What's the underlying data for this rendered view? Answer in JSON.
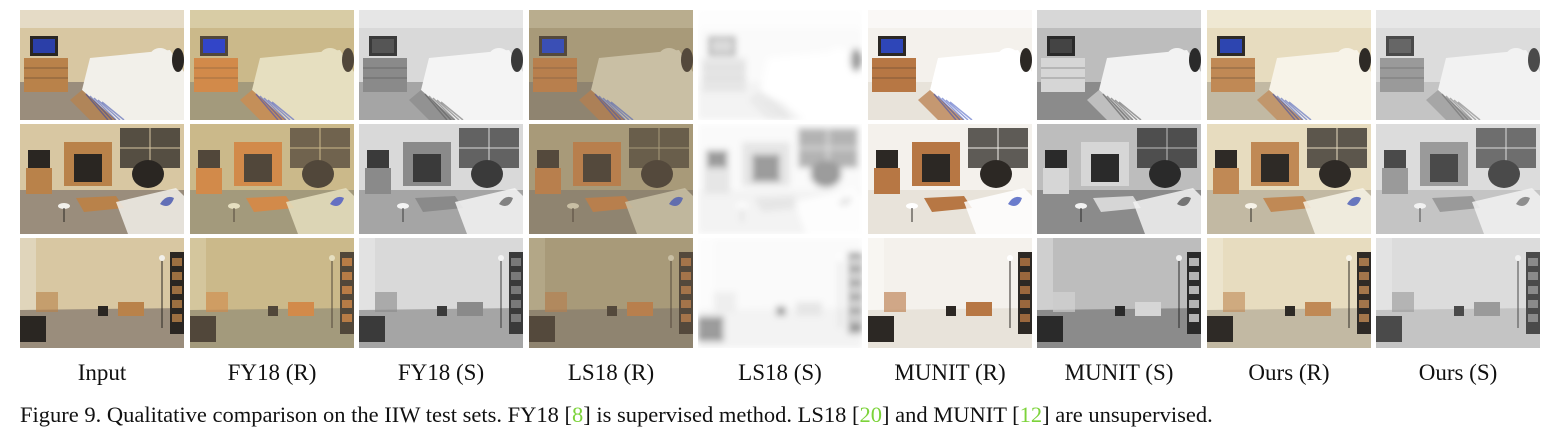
{
  "figure": {
    "column_labels": [
      "Input",
      "FY18 (R)",
      "FY18 (S)",
      "LS18 (R)",
      "LS18 (S)",
      "MUNIT (R)",
      "MUNIT (S)",
      "Ours (R)",
      "Ours (S)"
    ],
    "caption": {
      "prefix": "Figure 9. Qualitative comparison on the IIW test sets. FY18 [",
      "ref1": "8",
      "mid1": "] is supervised method. LS18 [",
      "ref2": "20",
      "mid2": "] and MUNIT [",
      "ref3": "12",
      "suffix": "] are unsupervised."
    },
    "colors": {
      "reference_link": "#7cd33a",
      "text": "#111111"
    },
    "rows": [
      {
        "scene": "bedroom"
      },
      {
        "scene": "living-room-fireplace"
      },
      {
        "scene": "living-room-empty"
      }
    ],
    "column_styles": [
      {
        "mode": "color",
        "wall": "#d8c7a2",
        "floor": "#9a8d7c",
        "furn": "#b9824a",
        "accent": "#2b3fa8",
        "dark": "#2a2622",
        "light": "#f2f0ea"
      },
      {
        "mode": "color",
        "wall": "#cbb98a",
        "floor": "#a39a7c",
        "furn": "#d28a4a",
        "accent": "#3245c8",
        "dark": "#51473a",
        "light": "#e6dfc0"
      },
      {
        "mode": "gray",
        "wall": "#d9d9d9",
        "floor": "#a5a5a5",
        "furn": "#8a8a8a",
        "accent": "#555",
        "dark": "#3a3a3a",
        "light": "#f4f4f4"
      },
      {
        "mode": "color",
        "wall": "#a89a79",
        "floor": "#8f8470",
        "furn": "#b87f4d",
        "accent": "#3a4fb5",
        "dark": "#54493c",
        "light": "#c9bfa4"
      },
      {
        "mode": "blur",
        "wall": "#f6f6f6",
        "floor": "#e9e9e9",
        "furn": "#d2d2d2",
        "accent": "#bdbdbd",
        "dark": "#4b4b4b",
        "light": "#ffffff"
      },
      {
        "mode": "color",
        "wall": "#f4f1ec",
        "floor": "#e8e3da",
        "furn": "#b77744",
        "accent": "#2e46b8",
        "dark": "#2c2824",
        "light": "#ffffff"
      },
      {
        "mode": "gray",
        "wall": "#bdbdbd",
        "floor": "#8b8b8b",
        "furn": "#d6d6d6",
        "accent": "#444",
        "dark": "#2a2a2a",
        "light": "#f2f2f2"
      },
      {
        "mode": "color",
        "wall": "#e7dcbf",
        "floor": "#c2b9a3",
        "furn": "#c08955",
        "accent": "#2d45b0",
        "dark": "#2e2a26",
        "light": "#f7f3e8"
      },
      {
        "mode": "gray",
        "wall": "#dcdcdc",
        "floor": "#c4c4c4",
        "furn": "#9a9a9a",
        "accent": "#666",
        "dark": "#4a4a4a",
        "light": "#f2f2f2"
      }
    ]
  }
}
